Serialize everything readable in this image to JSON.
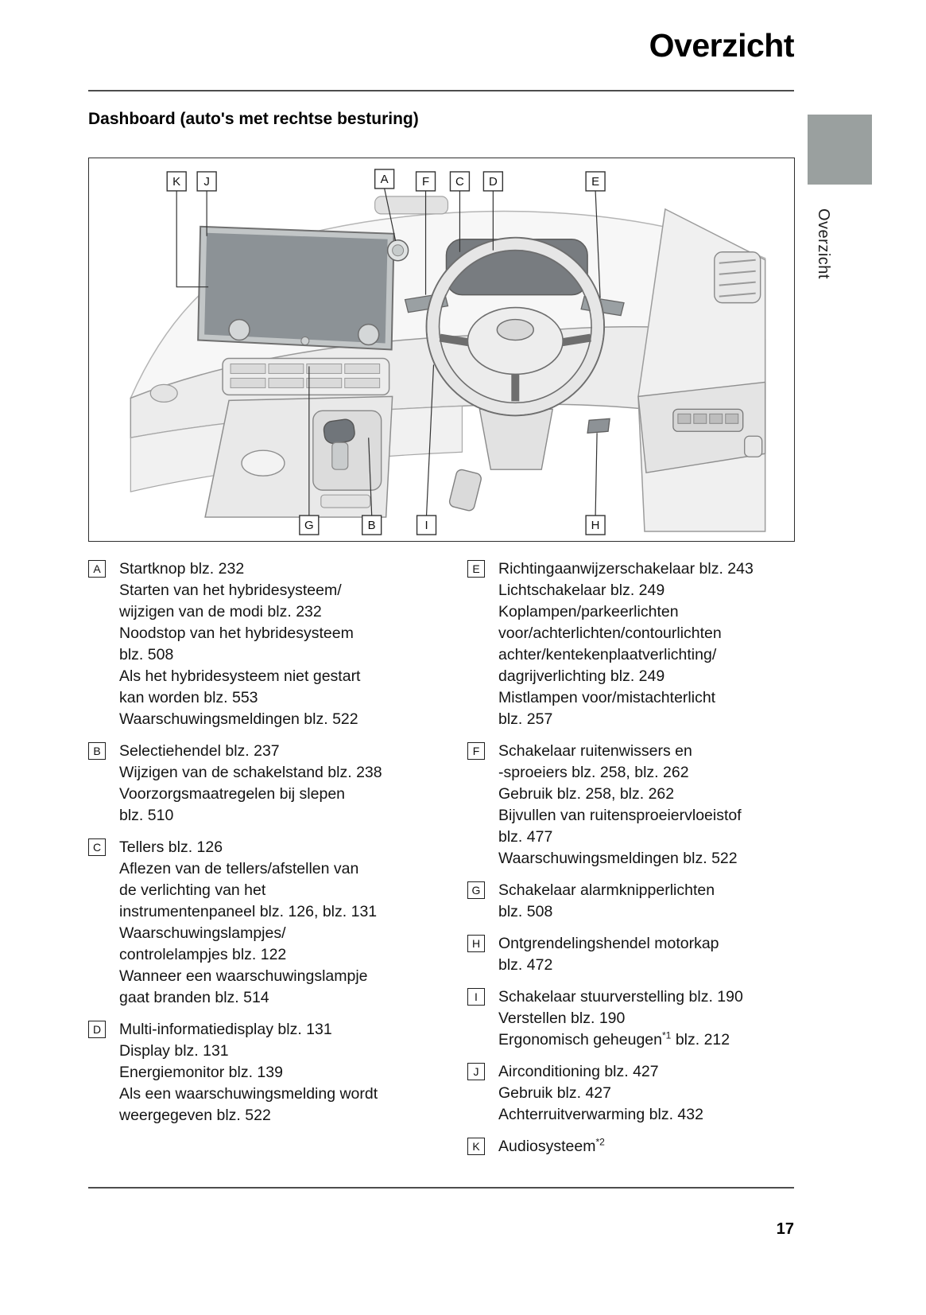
{
  "page": {
    "title": "Overzicht",
    "side_tab": "Overzicht",
    "section_heading": "Dashboard (auto's met rechtse besturing)",
    "page_number": "17"
  },
  "diagram": {
    "callouts_top": [
      "K",
      "J",
      "A",
      "F",
      "C",
      "D",
      "E"
    ],
    "callouts_bottom": [
      "G",
      "B",
      "I",
      "H"
    ]
  },
  "items": {
    "left": [
      {
        "label": "A",
        "lines": [
          "Startknop blz. 232",
          "Starten van het hybridesysteem/",
          "wijzigen van de modi blz. 232",
          "Noodstop van het hybridesysteem",
          "blz. 508",
          "Als het hybridesysteem niet gestart",
          "kan worden blz. 553",
          "Waarschuwingsmeldingen blz. 522"
        ]
      },
      {
        "label": "B",
        "lines": [
          "Selectiehendel blz. 237",
          "Wijzigen van de schakelstand blz. 238",
          "Voorzorgsmaatregelen bij slepen",
          "blz. 510"
        ]
      },
      {
        "label": "C",
        "lines": [
          "Tellers blz. 126",
          "Aflezen van de tellers/afstellen van",
          "de verlichting van het",
          "instrumentenpaneel blz. 126, blz. 131",
          "Waarschuwingslampjes/",
          "controlelampjes blz. 122",
          "Wanneer een waarschuwingslampje",
          "gaat branden blz. 514"
        ]
      },
      {
        "label": "D",
        "lines": [
          "Multi-informatiedisplay blz. 131",
          "Display blz. 131",
          "Energiemonitor blz. 139",
          "Als een waarschuwingsmelding wordt",
          "weergegeven blz. 522"
        ]
      }
    ],
    "right": [
      {
        "label": "E",
        "lines": [
          "Richtingaanwijzerschakelaar blz. 243",
          "Lichtschakelaar blz. 249",
          "Koplampen/parkeerlichten",
          "voor/achterlichten/contourlichten",
          "achter/kentekenplaatverlichting/",
          "dagrijverlichting blz. 249",
          "Mistlampen voor/mistachterlicht",
          "blz. 257"
        ]
      },
      {
        "label": "F",
        "lines": [
          "Schakelaar ruitenwissers en",
          "-sproeiers blz. 258, blz. 262",
          "Gebruik blz. 258, blz. 262",
          "Bijvullen van ruitensproeiervloeistof",
          "blz. 477",
          "Waarschuwingsmeldingen blz. 522"
        ]
      },
      {
        "label": "G",
        "lines": [
          "Schakelaar alarmknipperlichten",
          "blz. 508"
        ]
      },
      {
        "label": "H",
        "lines": [
          "Ontgrendelingshendel motorkap",
          "blz. 472"
        ]
      },
      {
        "label": "I",
        "lines": [
          "Schakelaar stuurverstelling blz. 190",
          "Verstellen blz. 190",
          "Ergonomisch geheugen*1 blz. 212"
        ]
      },
      {
        "label": "J",
        "lines": [
          "Airconditioning blz. 427",
          "Gebruik blz. 427",
          "Achterruitverwarming blz. 432"
        ]
      },
      {
        "label": "K",
        "lines": [
          "Audiosysteem*2"
        ]
      }
    ]
  }
}
